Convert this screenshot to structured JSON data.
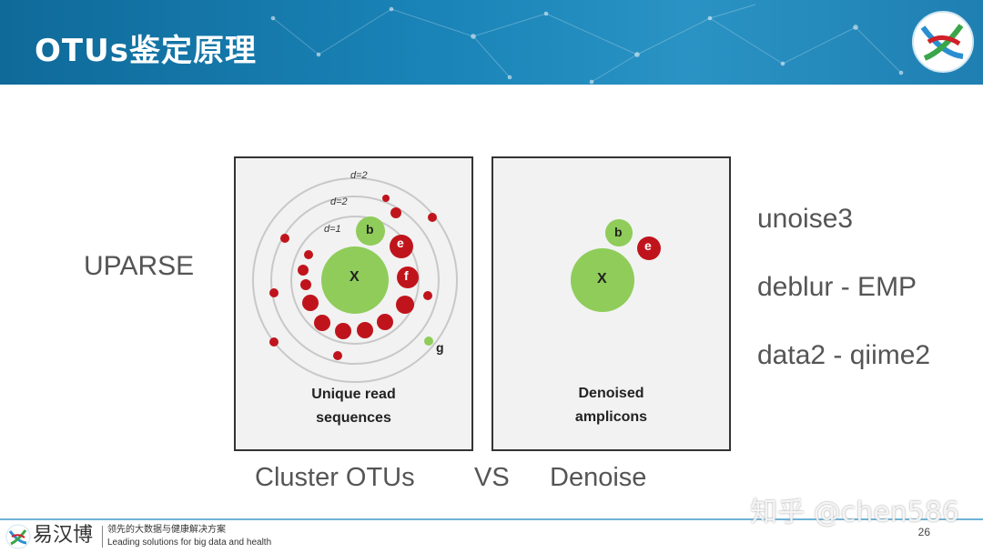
{
  "header": {
    "title": "OTUs鉴定原理"
  },
  "left_label": "UPARSE",
  "right_list": [
    "unoise3",
    "deblur - EMP",
    "data2 - qiime2"
  ],
  "diagram_left": {
    "radius_labels": [
      "d=2",
      "d=2",
      "d=1"
    ],
    "center": "X",
    "nodes": [
      "b",
      "e",
      "f",
      "g"
    ],
    "caption_line1": "Unique read",
    "caption_line2": "sequences"
  },
  "diagram_right": {
    "center": "X",
    "nodes": [
      "b",
      "e"
    ],
    "caption_line1": "Denoised",
    "caption_line2": "amplicons"
  },
  "bottom_labels": {
    "left": "Cluster OTUs",
    "vs": "VS",
    "right": "Denoise"
  },
  "footer": {
    "brand_cn": "易汉博",
    "tagline_cn": "领先的大数据与健康解决方案",
    "tagline_en": "Leading solutions for big data and health",
    "page_number": "26",
    "watermark": "知乎 @chen586"
  },
  "colors": {
    "green": "#8fcc5a",
    "red": "#c0141c",
    "header": "#1a84b8"
  }
}
